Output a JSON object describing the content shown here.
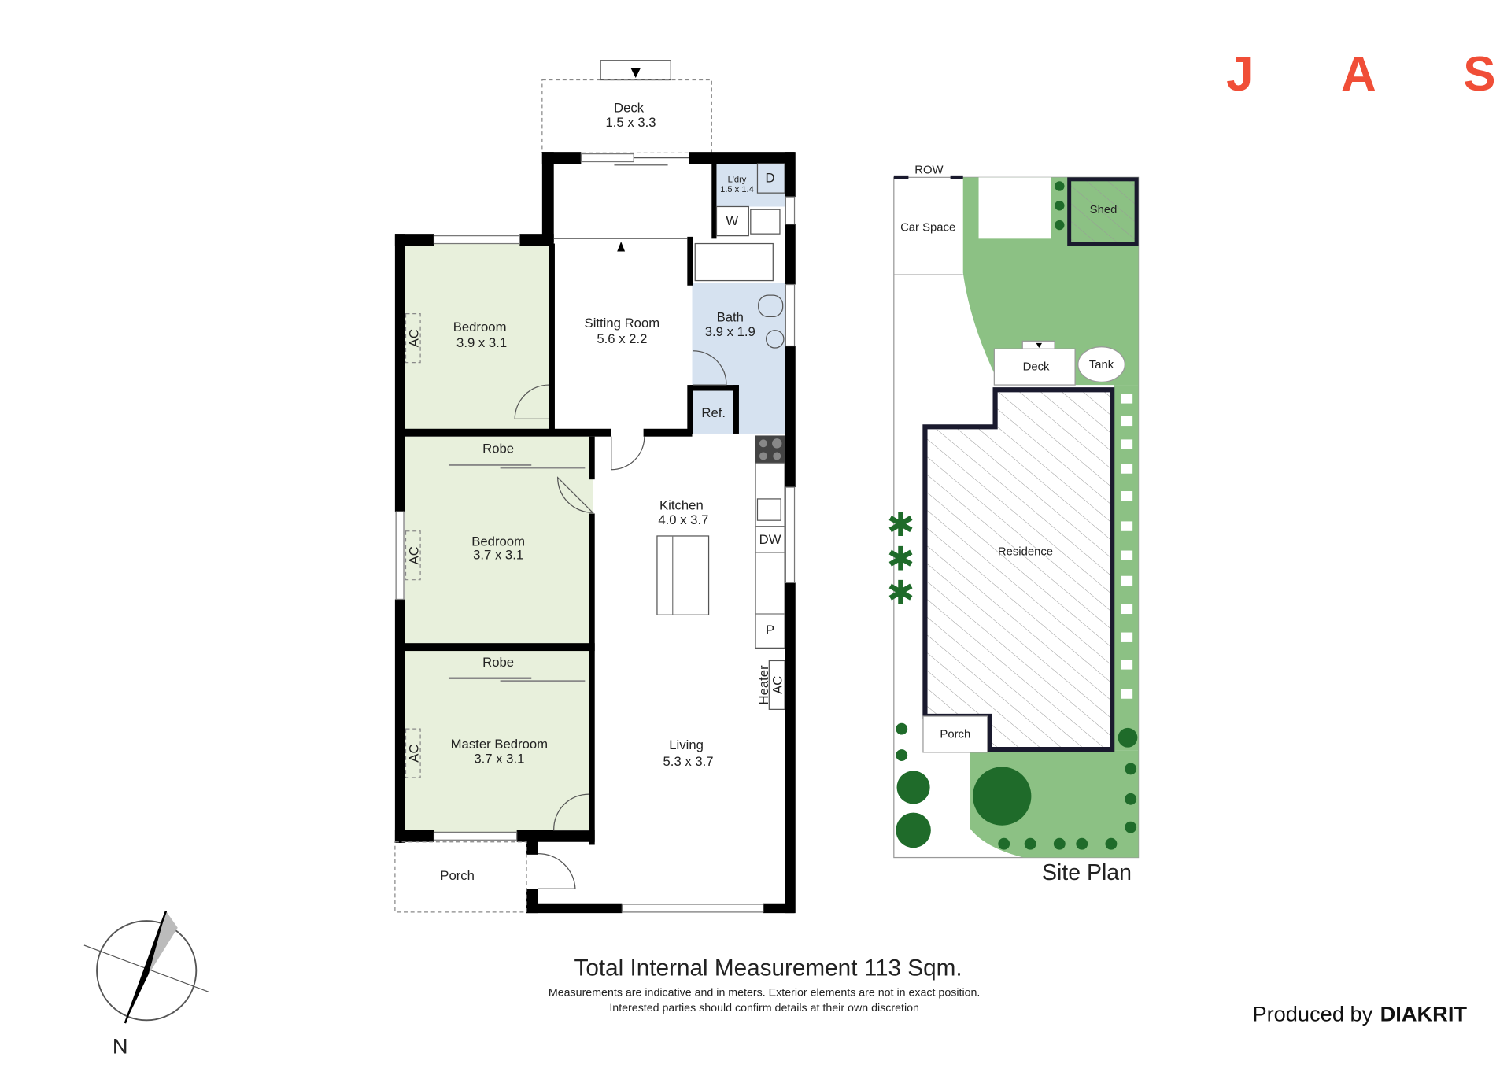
{
  "logo": {
    "letters": [
      "J",
      "A",
      "S"
    ],
    "color": "#f04e37"
  },
  "floor_plan": {
    "deck": {
      "name": "Deck",
      "dims": "1.5 x 3.3"
    },
    "sitting_room": {
      "name": "Sitting Room",
      "dims": "5.6 x 2.2"
    },
    "laundry": {
      "name": "L'dry",
      "dims": "1.5 x 1.4",
      "dryer": "D",
      "washer": "W"
    },
    "bath": {
      "name": "Bath",
      "dims": "3.9 x 1.9"
    },
    "fridge": "Ref.",
    "bedroom1": {
      "name": "Bedroom",
      "dims": "3.9 x 3.1",
      "ac": "AC"
    },
    "robe1": "Robe",
    "bedroom2": {
      "name": "Bedroom",
      "dims": "3.7 x 3.1",
      "ac": "AC"
    },
    "robe2": "Robe",
    "master": {
      "name": "Master Bedroom",
      "dims": "3.7 x 3.1",
      "ac": "AC"
    },
    "kitchen": {
      "name": "Kitchen",
      "dims": "4.0 x 3.7",
      "dishwasher": "DW",
      "pantry": "P"
    },
    "heater": "Heater",
    "heater_ac": "AC",
    "living": {
      "name": "Living",
      "dims": "5.3 x 3.7"
    },
    "porch": "Porch",
    "colors": {
      "bedroom": "#e8f0dc",
      "wet": "#d6e2f0"
    }
  },
  "site_plan": {
    "title": "Site Plan",
    "row": "ROW",
    "car_space": "Car Space",
    "shed": "Shed",
    "deck": "Deck",
    "tank": "Tank",
    "residence": "Residence",
    "porch": "Porch",
    "colors": {
      "lawn": "#8cc184",
      "tree": "#1f6b2a"
    }
  },
  "compass": {
    "label": "N"
  },
  "footer": {
    "total": "Total Internal Measurement 113 Sqm.",
    "disclaimer1": "Measurements are indicative and in meters. Exterior elements are not in exact position.",
    "disclaimer2": "Interested parties should confirm details at their own discretion",
    "produced_by": "Produced by",
    "brand": "DIAKRIT"
  }
}
